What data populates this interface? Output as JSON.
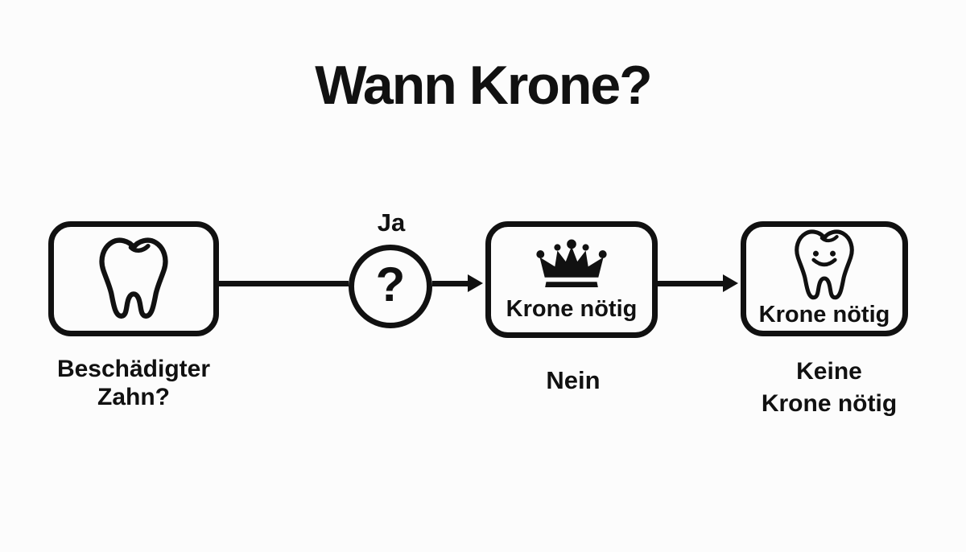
{
  "title": "Wann Krone?",
  "colors": {
    "background": "#fcfcfc",
    "ink": "#111111"
  },
  "icons": {
    "start": "tooth-icon",
    "decision_arrows": "arrow-right-icon",
    "crown": "crown-icon",
    "result": "happy-tooth-icon"
  },
  "nodes": {
    "damaged_tooth": {
      "caption_line1": "Beschädigter",
      "caption_line2": "Zahn?"
    },
    "decision": {
      "symbol": "?",
      "label_yes": "Ja",
      "label_no": "Nein"
    },
    "crown_needed": {
      "label": "Krone nötig"
    },
    "no_crown": {
      "label": "Krone nötig",
      "caption_line1": "Keine",
      "caption_line2": "Krone nötig"
    }
  }
}
